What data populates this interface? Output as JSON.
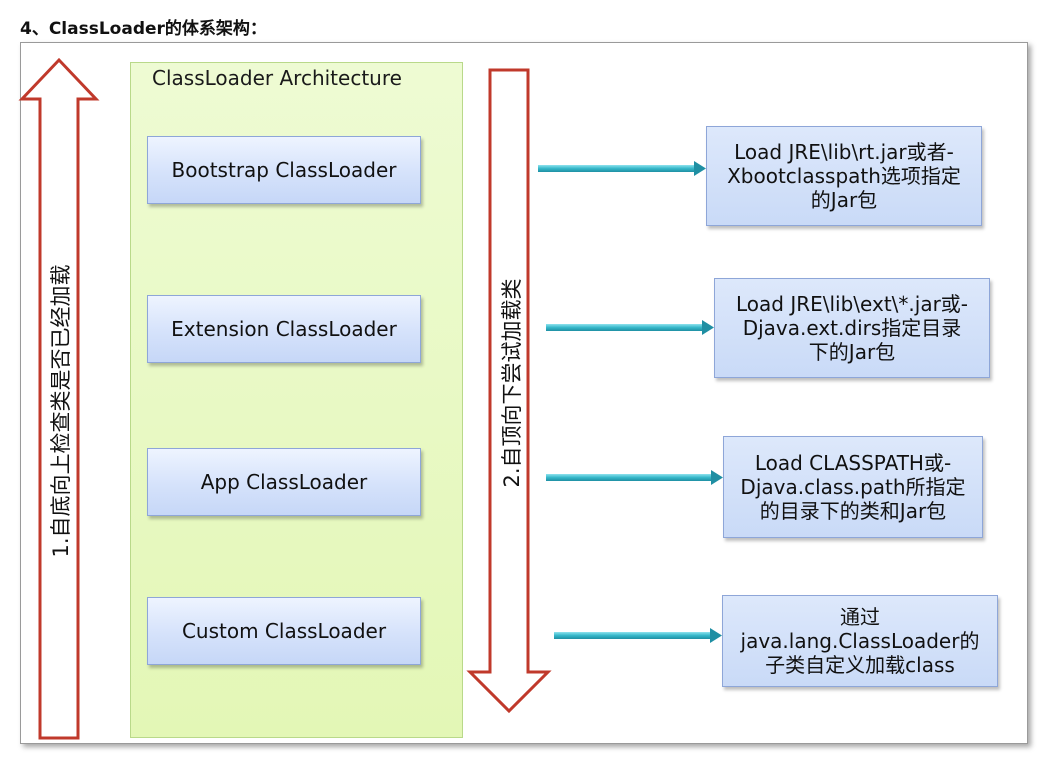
{
  "heading": "4、ClassLoader的体系架构：",
  "architecture": {
    "title": "ClassLoader Architecture",
    "loaders": [
      "Bootstrap ClassLoader",
      "Extension ClassLoader",
      "App ClassLoader",
      "Custom ClassLoader"
    ]
  },
  "descriptions": [
    [
      "Load JRE\\lib\\rt.jar或者-",
      "Xbootclasspath选项指定",
      "的Jar包"
    ],
    [
      "Load JRE\\lib\\ext\\*.jar或-",
      "Djava.ext.dirs指定目录",
      "下的Jar包"
    ],
    [
      "Load CLASSPATH或-",
      "Djava.class.path所指定",
      "的目录下的类和Jar包"
    ],
    [
      "通过",
      "java.lang.ClassLoader的",
      "子类自定义加载class"
    ]
  ],
  "flows": {
    "bottom_up": "1.自底向上检查类是否已经加载",
    "top_down": "2.自顶向下尝试加载类"
  },
  "colors": {
    "flow_arrow_outline": "#c0392b",
    "connector_arrow": "#35b7c9",
    "panel_fill": "#e8f9c4",
    "box_fill": "#d3e1fa"
  }
}
